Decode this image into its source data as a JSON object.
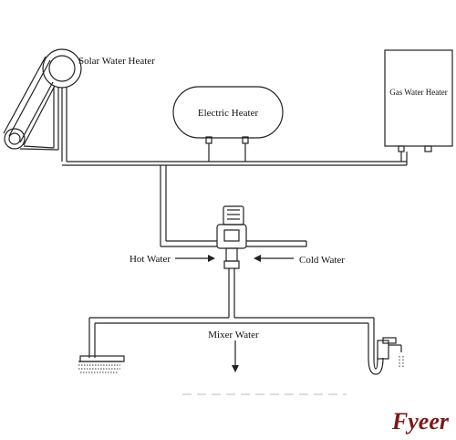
{
  "labels": {
    "solar": "Solar Water Heater",
    "electric": "Electric Heater",
    "gas": "Gas Water Heater",
    "hot": "Hot Water",
    "cold": "Cold Water",
    "mixer": "Mixer Water"
  },
  "brand": {
    "text": "Fyeer",
    "color": "#7a1a1a"
  },
  "colors": {
    "line": "#222222"
  }
}
